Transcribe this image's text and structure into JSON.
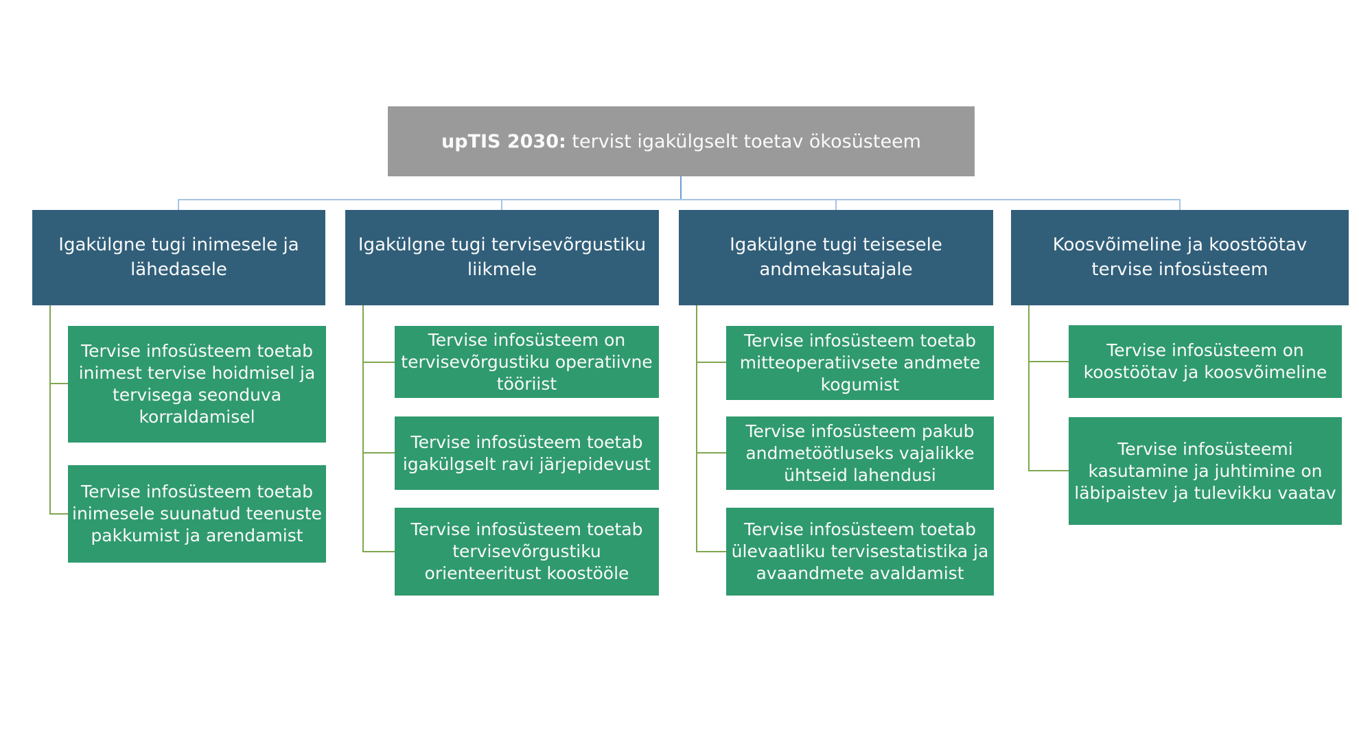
{
  "title": {
    "bold_part": "upTIS 2030:",
    "regular_part": " tervist igakülgselt toetav ökosüsteem"
  },
  "colors": {
    "title_bg": "#9A9A9A",
    "header_bg": "#315F7A",
    "child_bg": "#2F9A6E",
    "text_color": "#FAFAFA",
    "connector_green": "#7FA650",
    "connector_blue_light": "#A6C4E4",
    "connector_blue": "#6E9CD2"
  },
  "columns": [
    {
      "header": "Igakülgne tugi inimesele ja lähedasele",
      "children": [
        "Tervise infosüsteem toetab inimest tervise hoidmisel ja tervisega seonduva korraldamisel",
        "Tervise infosüsteem toetab inimesele suunatud teenuste pakkumist ja arendamist"
      ]
    },
    {
      "header": "Igakülgne tugi tervisevõrgustiku liikmele",
      "children": [
        "Tervise infosüsteem on tervisevõrgustiku operatiivne tööriist",
        "Tervise infosüsteem toetab igakülgselt ravi järjepidevust",
        "Tervise infosüsteem toetab tervisevõrgustiku orienteeritust koostööle"
      ]
    },
    {
      "header": "Igakülgne tugi teisesele andmekasutajale",
      "children": [
        "Tervise infosüsteem toetab mitteoperatiivsete andmete kogumist",
        "Tervise infosüsteem pakub andmetöötluseks vajalikke ühtseid lahendusi",
        "Tervise infosüsteem toetab ülevaatliku tervisestatistika ja avaandmete avaldamist"
      ]
    },
    {
      "header": "Koosvõimeline ja koostöötav tervise infosüsteem",
      "children": [
        "Tervise infosüsteem on koostöötav ja koosvõimeline",
        "Tervise infosüsteemi kasutamine ja juhtimine on läbipaistev ja tulevikku vaatav"
      ]
    }
  ]
}
